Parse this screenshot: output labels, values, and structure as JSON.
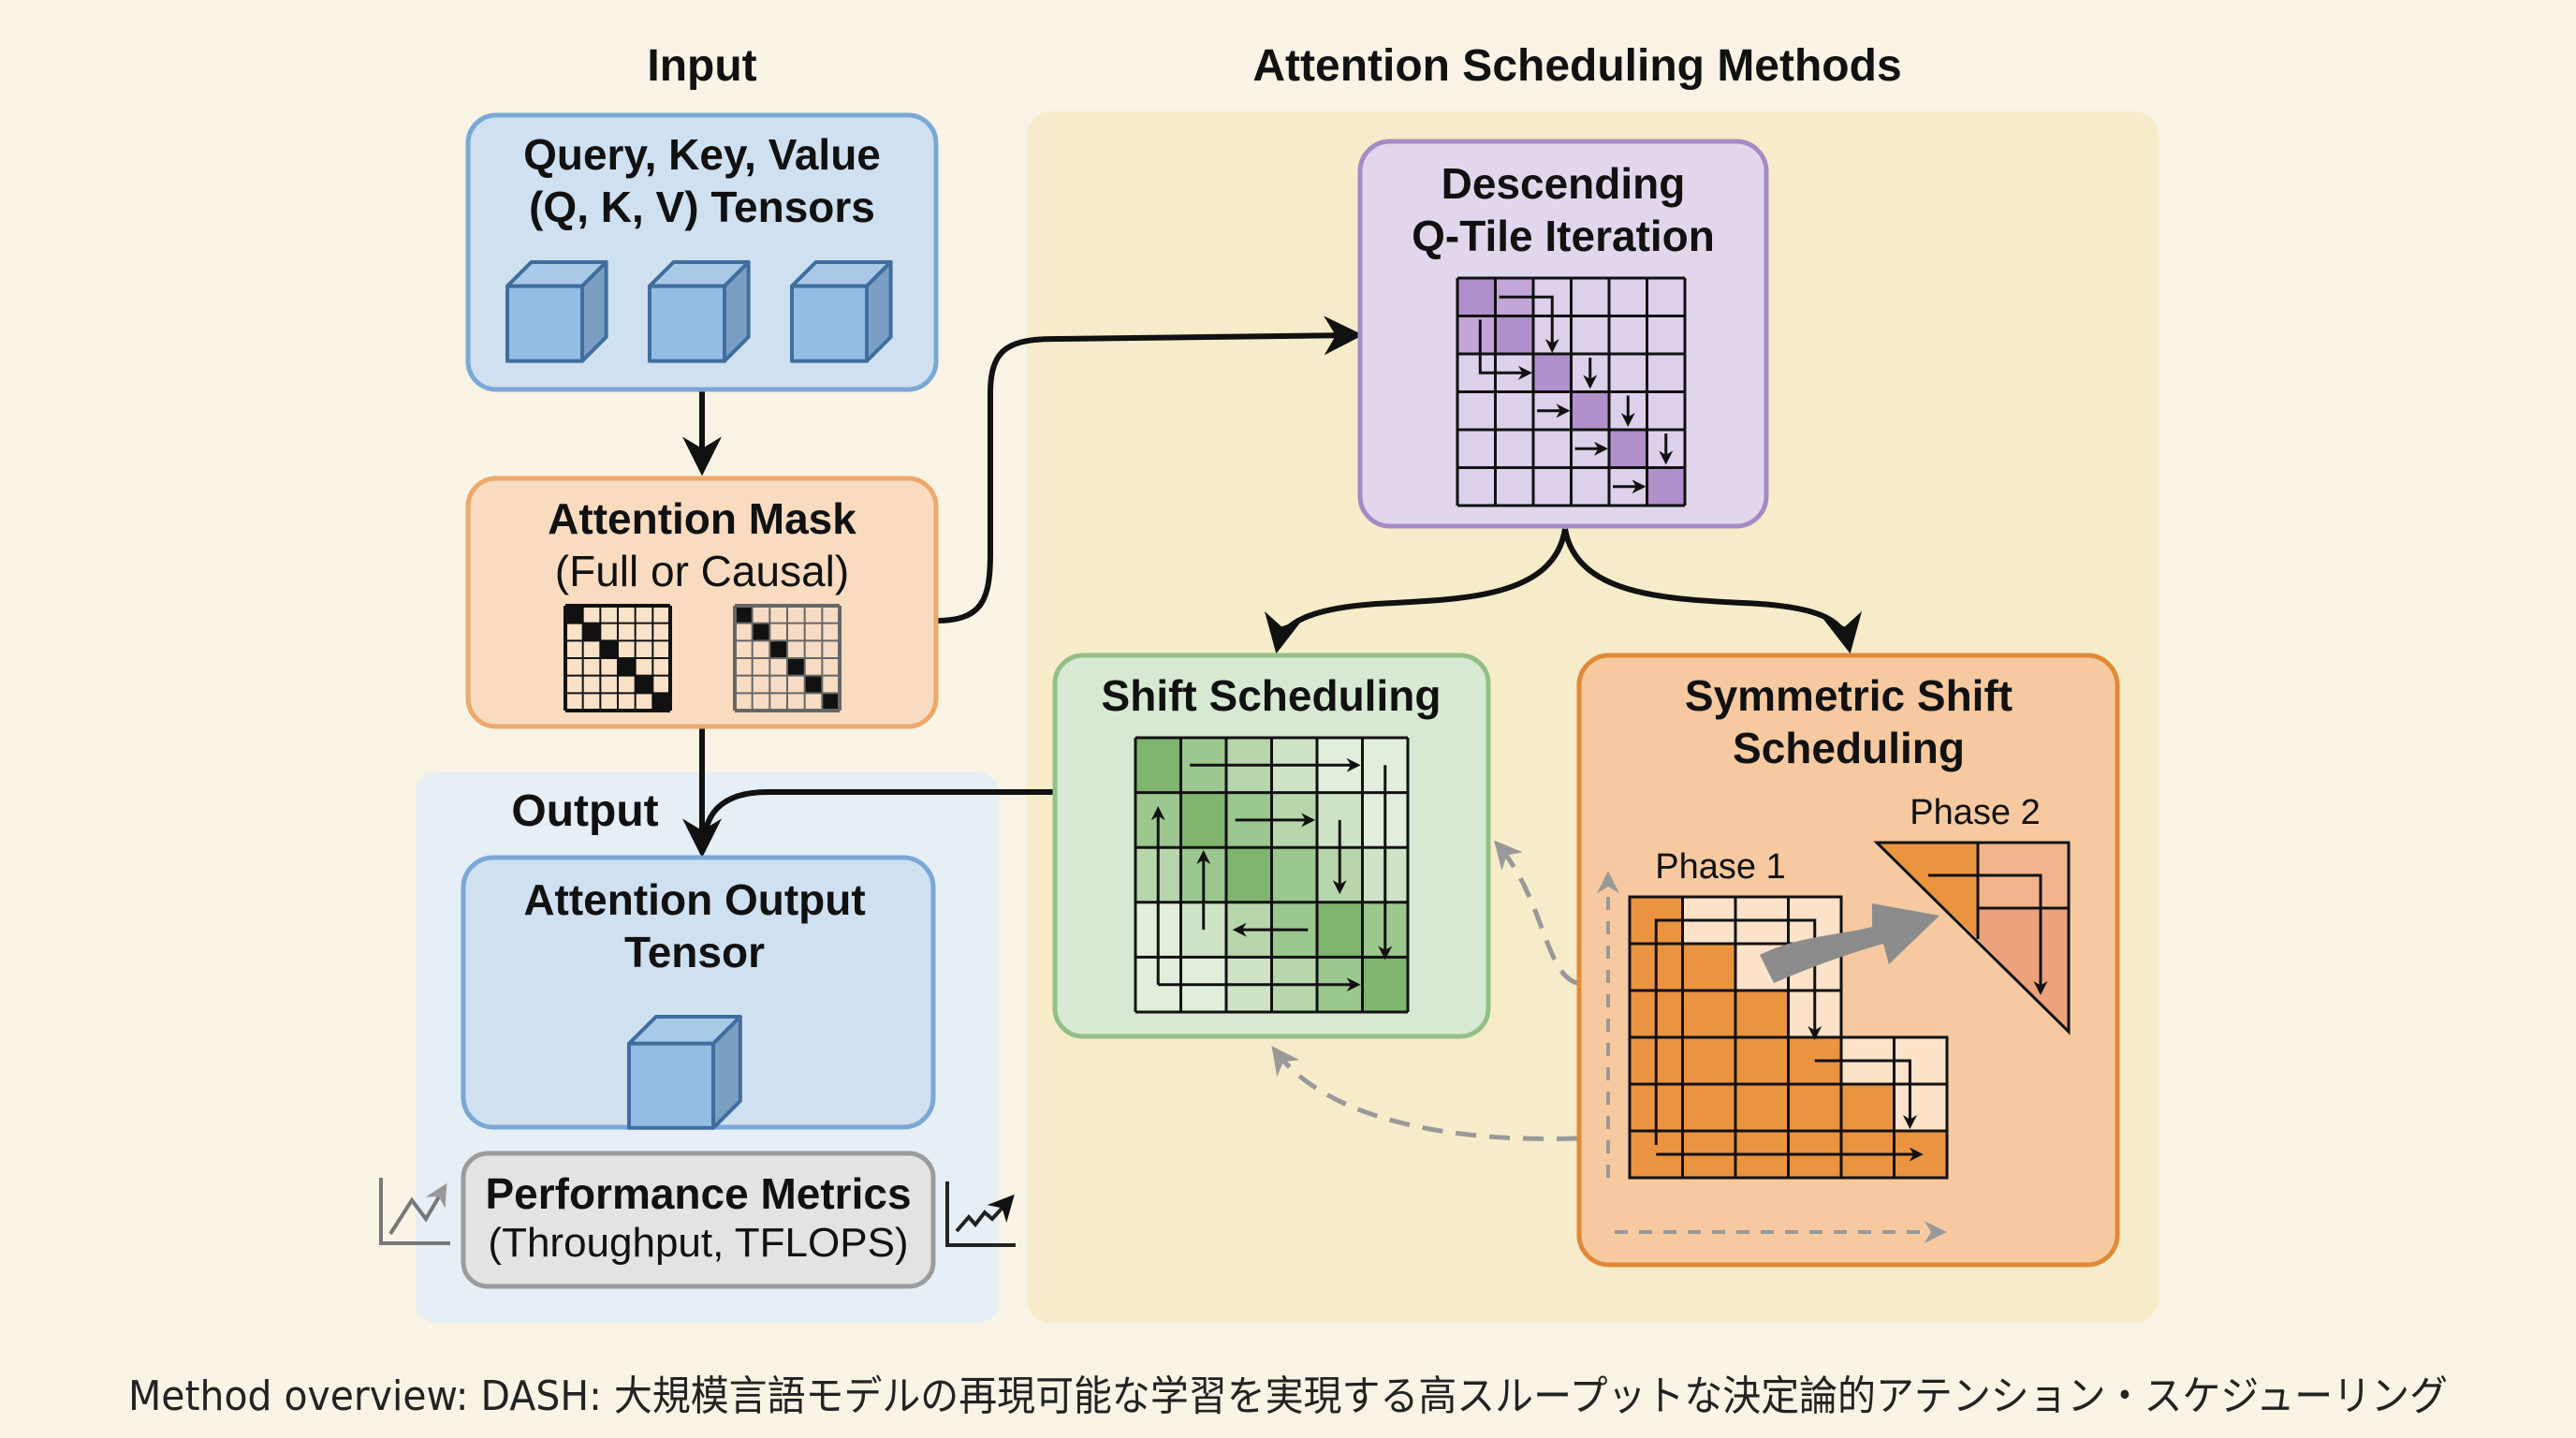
{
  "headers": {
    "input": "Input",
    "methods": "Attention Scheduling Methods",
    "output": "Output"
  },
  "boxes": {
    "qkv": {
      "line1": "Query, Key, Value",
      "line2": "(Q, K, V) Tensors"
    },
    "mask": {
      "line1": "Attention Mask",
      "line2": "(Full or Causal)"
    },
    "attn_output": {
      "line1": "Attention Output",
      "line2": "Tensor"
    },
    "metrics": {
      "line1": "Performance Metrics",
      "line2": "(Throughput, TFLOPS)"
    },
    "descending": {
      "line1": "Descending",
      "line2": "Q-Tile Iteration"
    },
    "shift": {
      "line1": "Shift Scheduling"
    },
    "symmetric": {
      "line1": "Symmetric Shift",
      "line2": "Scheduling",
      "phase1": "Phase 1",
      "phase2": "Phase 2"
    }
  },
  "caption": "Method overview: DASH: 大規模言語モデルの再現可能な学習を実現する高スループットな決定論的アテンション・スケジューリング",
  "icons": [
    "cube-icon",
    "mask-grid-icon",
    "line-chart-icon",
    "curved-arrow-icon"
  ],
  "colors": {
    "background": "#f8f3e4",
    "methods_panel": "#f6ecc9",
    "output_panel": "#e6eef6",
    "blue_box": "#cfe0f1",
    "blue_border": "#7aa7d6",
    "orange_box": "#f9dcc0",
    "orange_border": "#eda86c",
    "purple_box": "#e2d6ec",
    "purple_border": "#a58bc4",
    "green_box": "#d7e9d2",
    "green_border": "#93bf86",
    "sym_box": "#f6c9a0",
    "sym_border": "#e08a38",
    "gray_box": "#e3e3e3",
    "gray_border": "#9c9c9c"
  }
}
